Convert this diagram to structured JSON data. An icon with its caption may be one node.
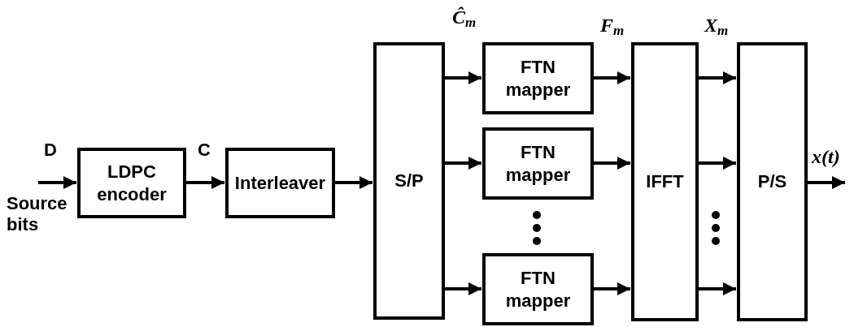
{
  "diagram": {
    "nodes": [
      {
        "text": [
          "LDPC encoder"
        ]
      },
      {
        "text": [
          "Interleaver"
        ]
      },
      {
        "text": [
          "S/P"
        ]
      },
      {
        "text": [
          "FTN mapper"
        ]
      },
      {
        "text": [
          "FTN mapper"
        ]
      },
      {
        "text": [
          "FTN mapper"
        ]
      },
      {
        "text": [
          "IFFT"
        ]
      },
      {
        "text": [
          "P/S"
        ]
      }
    ],
    "edges": [
      {
        "from": null,
        "to": 0,
        "arrow": "to",
        "label": "D"
      },
      {
        "from": 0,
        "to": 1,
        "arrow": "to",
        "label": "C"
      },
      {
        "from": 1,
        "to": 2,
        "arrow": "to"
      },
      {
        "from": 2,
        "to": 3,
        "arrow": "to"
      },
      {
        "from": 2,
        "to": 4,
        "arrow": "to"
      },
      {
        "from": 2,
        "to": 5,
        "arrow": "to"
      },
      {
        "from": 3,
        "to": 6,
        "arrow": "to"
      },
      {
        "from": 4,
        "to": 6,
        "arrow": "to"
      },
      {
        "from": 5,
        "to": 6,
        "arrow": "to"
      },
      {
        "from": 6,
        "to": 7,
        "arrow": "to"
      },
      {
        "from": 6,
        "to": 7,
        "arrow": "to"
      },
      {
        "from": 6,
        "to": 7,
        "arrow": "to"
      },
      {
        "from": 7,
        "to": null,
        "arrow": "to",
        "label": "x(t)"
      }
    ],
    "labels": [
      "Source bits",
      "Ĉ$_{m}$",
      "F$_{m}$",
      "X$_{m}$"
    ]
  }
}
